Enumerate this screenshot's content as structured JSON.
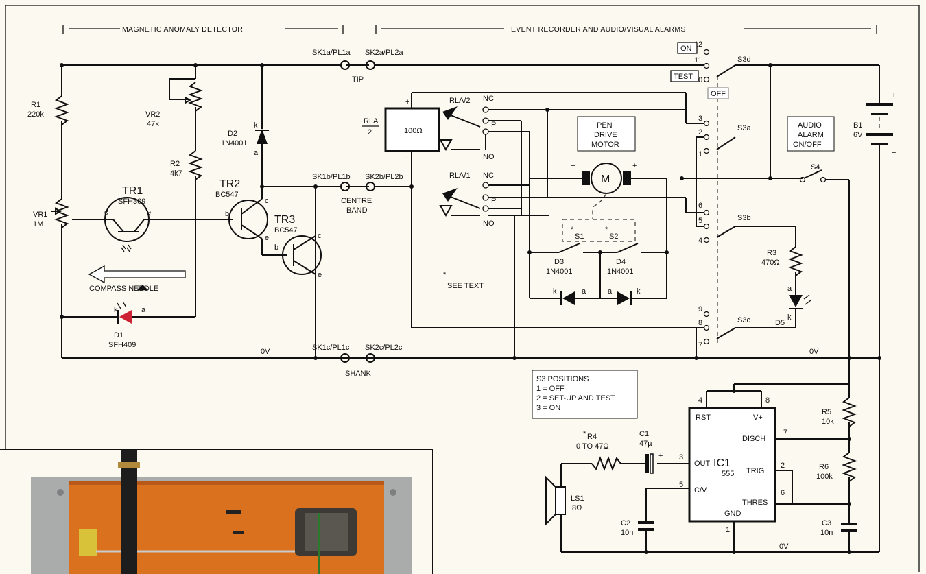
{
  "headers": {
    "left": "MAGNETIC ANOMALY DETECTOR",
    "right": "EVENT RECORDER AND AUDIO/VISUAL ALARMS"
  },
  "components": {
    "r1": {
      "ref": "R1",
      "value": "220k"
    },
    "vr2": {
      "ref": "VR2",
      "value": "47k"
    },
    "r2": {
      "ref": "R2",
      "value": "4k7"
    },
    "vr1": {
      "ref": "VR1",
      "value": "1M"
    },
    "tr1": {
      "ref": "TR1",
      "part": "SFH309"
    },
    "tr2": {
      "ref": "TR2",
      "part": "BC547"
    },
    "tr3": {
      "ref": "TR3",
      "part": "BC547"
    },
    "d2": {
      "ref": "D2",
      "part": "1N4001"
    },
    "d1": {
      "ref": "D1",
      "part": "SFH409"
    },
    "rla": {
      "ref": "RLA",
      "sub": "2",
      "value": "100Ω"
    },
    "rla2": "RLA/2",
    "rla1": "RLA/1",
    "motor": {
      "label": [
        "PEN",
        "DRIVE",
        "MOTOR"
      ],
      "symbol": "M"
    },
    "d3": {
      "ref": "D3",
      "part": "1N4001"
    },
    "d4": {
      "ref": "D4",
      "part": "1N4001"
    },
    "s1": "S1",
    "s2": "S2",
    "b1": {
      "ref": "B1",
      "value": "6V"
    },
    "s4": "S4",
    "r3": {
      "ref": "R3",
      "value": "470Ω"
    },
    "d5": "D5",
    "r4": {
      "ref": "R4",
      "value": "0 TO 47Ω"
    },
    "c1": {
      "ref": "C1",
      "value": "47µ"
    },
    "c2": {
      "ref": "C2",
      "value": "10n"
    },
    "c3": {
      "ref": "C3",
      "value": "10n"
    },
    "r5": {
      "ref": "R5",
      "value": "10k"
    },
    "r6": {
      "ref": "R6",
      "value": "100k"
    },
    "ls1": {
      "ref": "LS1",
      "value": "8Ω"
    },
    "ic1": {
      "ref": "IC1",
      "part": "555",
      "pins": {
        "rst": "RST",
        "vplus": "V+",
        "disch": "DISCH",
        "out": "OUT",
        "trig": "TRIG",
        "cv": "C/V",
        "thres": "THRES",
        "gnd": "GND"
      }
    }
  },
  "connectors": {
    "sk1a": "SK1a/PL1a",
    "sk2a": "SK2a/PL2a",
    "tip": "TIP",
    "sk1b": "SK1b/PL1b",
    "sk2b": "SK2b/PL2b",
    "centre": [
      "CENTRE",
      "BAND"
    ],
    "sk1c": "SK1c/PL1c",
    "sk2c": "SK2c/PL2c",
    "shank": "SHANK"
  },
  "switch_labels": {
    "s3a": "S3a",
    "s3b": "S3b",
    "s3c": "S3c",
    "s3d": "S3d",
    "on": "ON",
    "test": "TEST",
    "off": "OFF",
    "audio_alarm": [
      "AUDIO",
      "ALARM",
      "ON/OFF"
    ]
  },
  "notes": {
    "see_text": "SEE TEXT",
    "compass": "COMPASS NEEDLE",
    "zero_v": "0V",
    "s3_positions": [
      "S3 POSITIONS",
      "1 = OFF",
      "2 = SET-UP AND TEST",
      "3 = ON"
    ]
  },
  "colors": {
    "ink": "#111111",
    "paper": "#fbf9f0",
    "board": "#d9711f",
    "panel": "#a9acaa"
  }
}
